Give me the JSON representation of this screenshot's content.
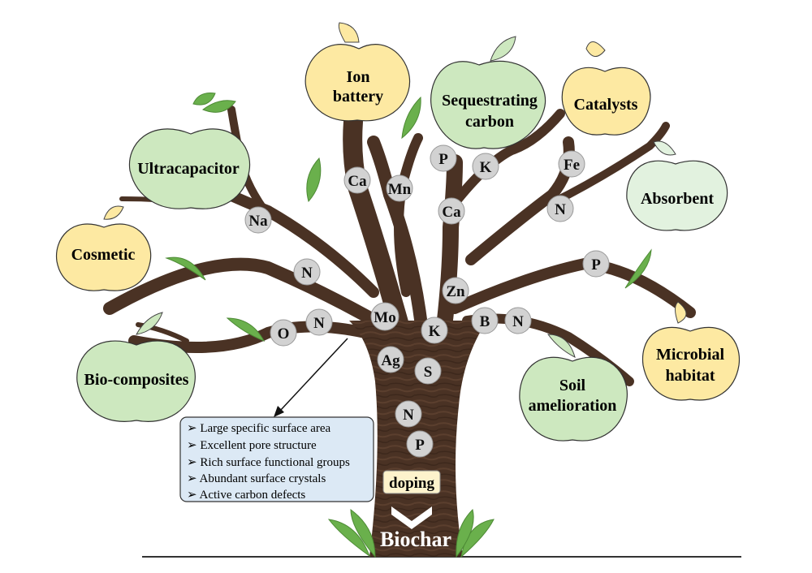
{
  "root_label": "Biochar",
  "doping_label": "doping",
  "properties": [
    "Large specific surface area",
    "Excellent pore structure",
    "Rich surface functional groups",
    "Abundant surface crystals",
    "Active carbon defects"
  ],
  "applications": [
    {
      "id": "ion-battery",
      "lines": [
        "Ion",
        "battery"
      ],
      "color": "yellow"
    },
    {
      "id": "sequestrating-carbon",
      "lines": [
        "Sequestrating",
        "carbon"
      ],
      "color": "green"
    },
    {
      "id": "catalysts",
      "lines": [
        "Catalysts"
      ],
      "color": "yellow"
    },
    {
      "id": "ultracapacitor",
      "lines": [
        "Ultracapacitor"
      ],
      "color": "green"
    },
    {
      "id": "absorbent",
      "lines": [
        "Absorbent"
      ],
      "color": "lightgreen"
    },
    {
      "id": "cosmetic",
      "lines": [
        "Cosmetic"
      ],
      "color": "yellow"
    },
    {
      "id": "bio-composites",
      "lines": [
        "Bio-composites"
      ],
      "color": "green"
    },
    {
      "id": "soil-amelioration",
      "lines": [
        "Soil",
        "amelioration"
      ],
      "color": "green"
    },
    {
      "id": "microbial-habitat",
      "lines": [
        "Microbial",
        "habitat"
      ],
      "color": "yellow"
    }
  ],
  "elements": [
    "Ca",
    "Mn",
    "P",
    "K",
    "Ca",
    "Fe",
    "N",
    "Na",
    "N",
    "P",
    "Zn",
    "Mo",
    "O",
    "N",
    "K",
    "B",
    "N",
    "Ag",
    "S",
    "N",
    "P"
  ],
  "colors": {
    "trunk": "#4a3224",
    "yellow_apple": "#fde9a2",
    "green_apple": "#cde8bf",
    "lightgreen_apple": "#e2f2df",
    "leaf": "#6ab04c",
    "element_circle": "#d2d2d2",
    "property_box": "#dce9f5",
    "doping_box": "#fdf3cc"
  }
}
